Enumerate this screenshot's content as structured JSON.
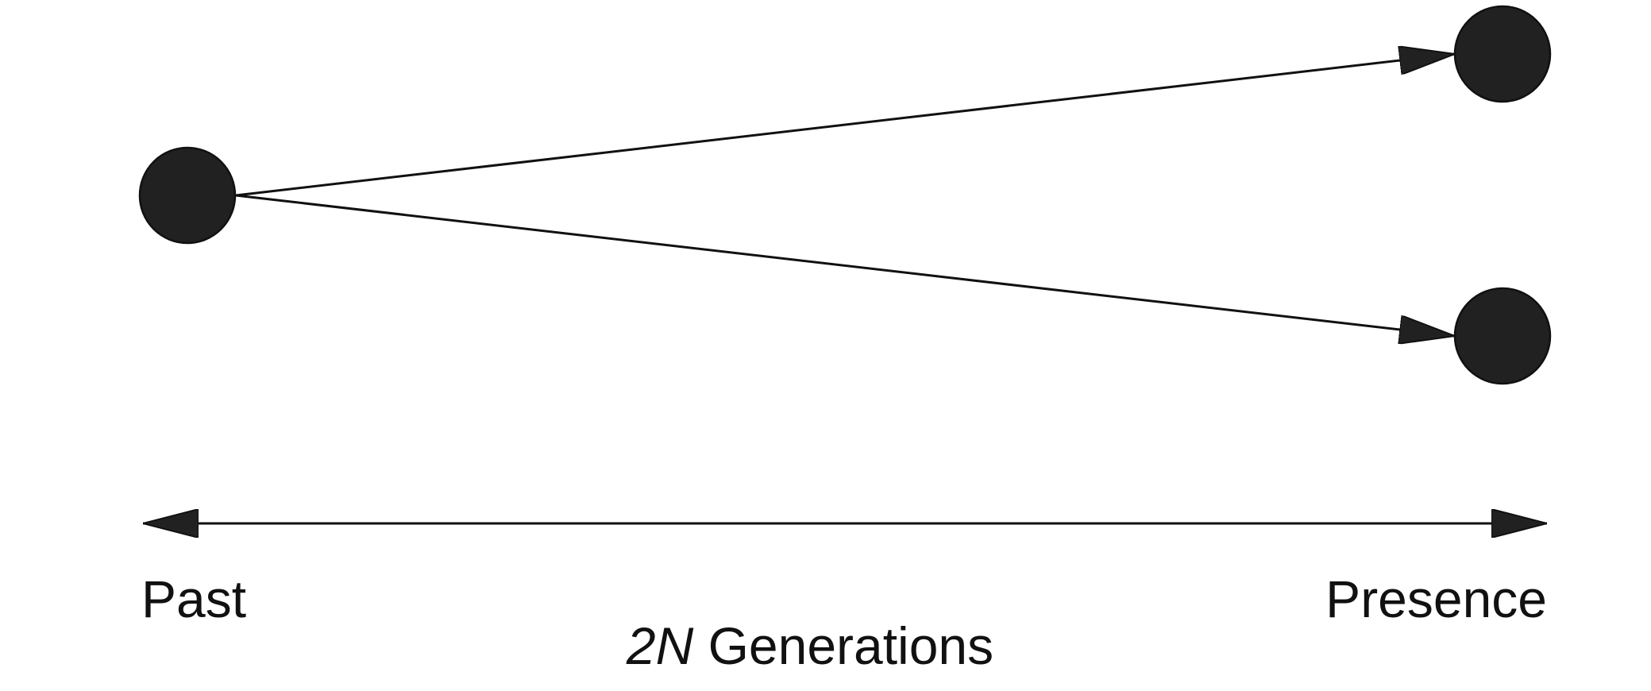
{
  "colors": {
    "node_fill": "#212121",
    "stroke": "#111111",
    "background": "#ffffff"
  },
  "nodes": [
    {
      "id": "ancestor"
    },
    {
      "id": "descendant-top"
    },
    {
      "id": "descendant-bottom"
    }
  ],
  "edges": [
    {
      "from": "ancestor",
      "to": "descendant-top"
    },
    {
      "from": "ancestor",
      "to": "descendant-bottom"
    }
  ],
  "timeline": {
    "left_label": "Past",
    "right_label": "Presence",
    "span_prefix": "2N",
    "span_suffix": " Generations"
  }
}
